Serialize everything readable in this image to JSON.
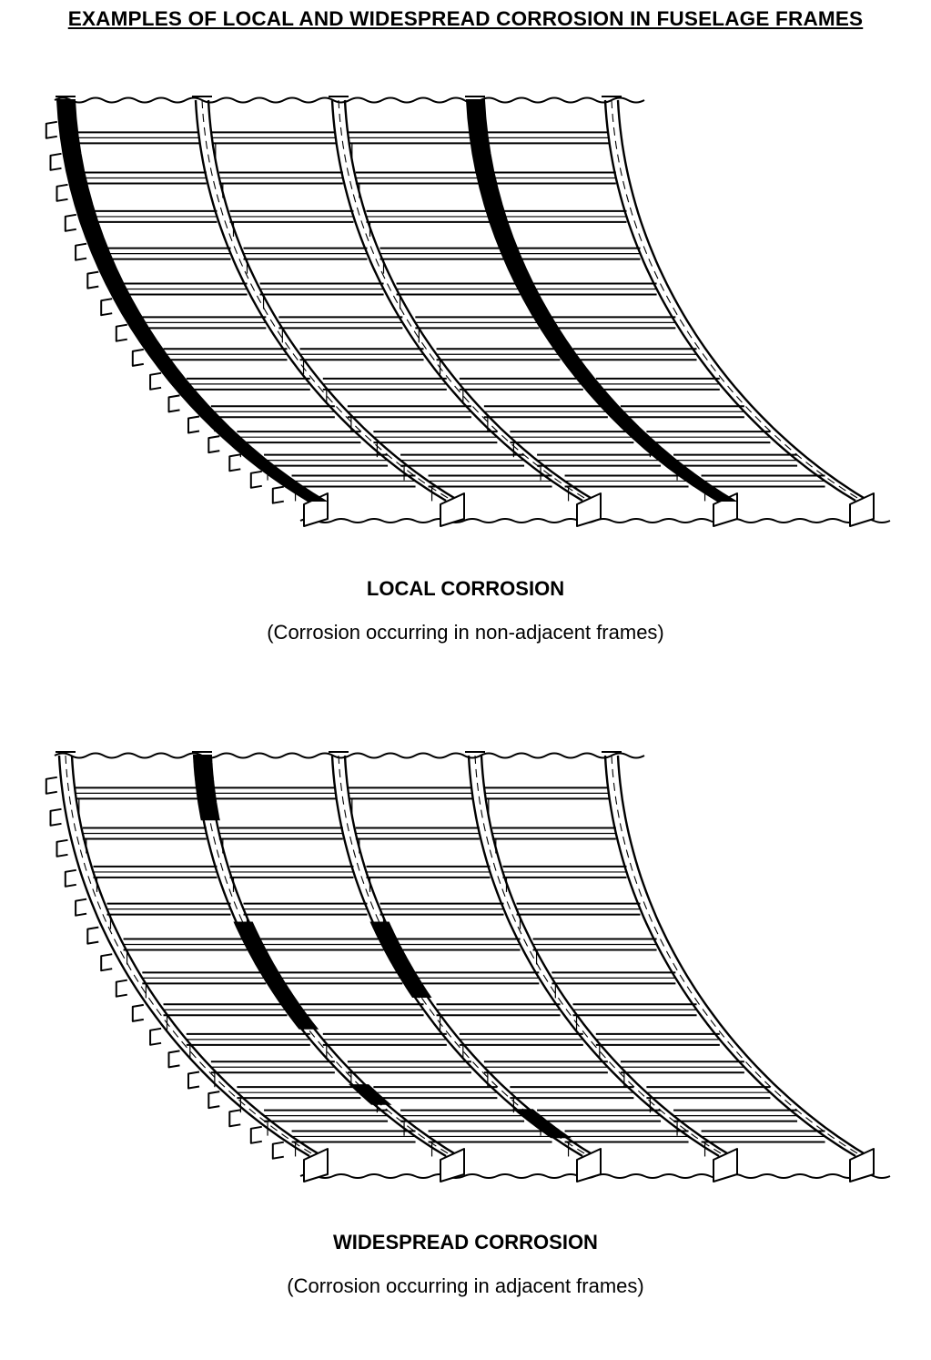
{
  "page": {
    "title": "EXAMPLES OF LOCAL AND WIDESPREAD CORROSION IN FUSELAGE FRAMES"
  },
  "figures": [
    {
      "caption": "LOCAL CORROSION",
      "description": "(Corrosion occurring in non-adjacent frames)",
      "corrosion": [
        {
          "frame": 0,
          "from": 0.0,
          "to": 1.0
        },
        {
          "frame": 3,
          "from": 0.0,
          "to": 1.0
        }
      ]
    },
    {
      "caption": "WIDESPREAD CORROSION",
      "description": "(Corrosion occurring in adjacent frames)",
      "corrosion": [
        {
          "frame": 1,
          "from": 0.0,
          "to": 0.12
        },
        {
          "frame": 1,
          "from": 0.33,
          "to": 0.58
        },
        {
          "frame": 1,
          "from": 0.74,
          "to": 0.8
        },
        {
          "frame": 2,
          "from": 0.33,
          "to": 0.5
        },
        {
          "frame": 2,
          "from": 0.82,
          "to": 0.92
        }
      ]
    }
  ]
}
